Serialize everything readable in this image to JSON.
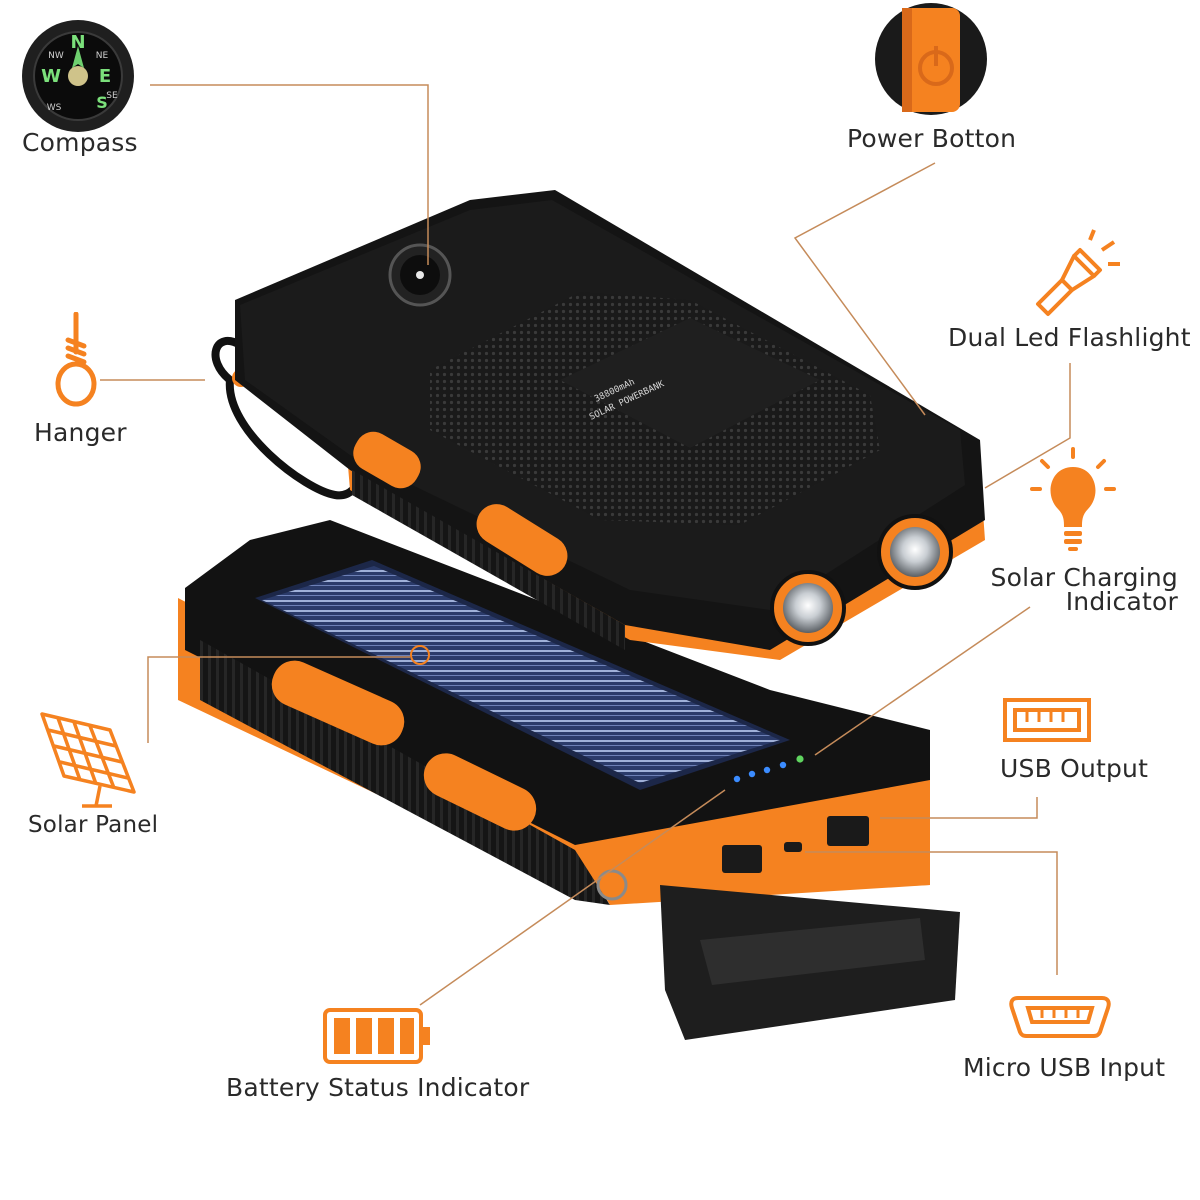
{
  "accent_color": "#f58220",
  "labels": {
    "compass": "Compass",
    "power_button": "Power Botton",
    "dual_led_flashlight": "Dual Led Flashlight",
    "hanger": "Hanger",
    "solar_charging_indicator_line1": "Solar Charging",
    "solar_charging_indicator_line2": "Indicator",
    "usb_output": "USB Output",
    "solar_panel": "Solar Panel",
    "micro_usb_input": "Micro USB Input",
    "battery_status_indicator": "Battery Status Indicator"
  },
  "device_text": {
    "capacity": "38800mAh",
    "product": "SOLAR POWERBANK"
  },
  "compass_letters": {
    "north": "N",
    "east": "E",
    "south": "S",
    "west": "W",
    "ne": "NE",
    "nw": "NW",
    "se": "SE",
    "sw": "WS"
  },
  "icons": {
    "compass": "compass-icon",
    "power": "power-button-icon",
    "flashlight": "flashlight-icon",
    "hanger": "hanger-rope-icon",
    "bulb": "light-bulb-icon",
    "usb": "usb-port-icon",
    "solar": "solar-panel-icon",
    "micro_usb": "micro-usb-port-icon",
    "battery": "battery-icon"
  }
}
